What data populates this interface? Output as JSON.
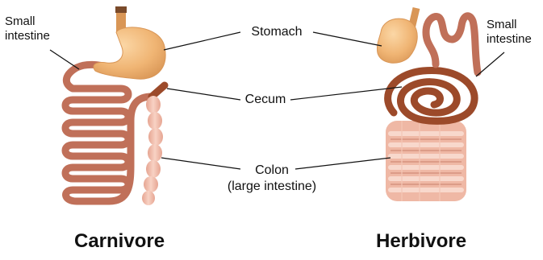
{
  "labels": {
    "stomach": "Stomach",
    "cecum": "Cecum",
    "colon": "Colon",
    "colon_sub": "(large intestine)",
    "small_intestine_left": "Small intestine",
    "small_intestine_right": "Small intestine",
    "carnivore": "Carnivore",
    "herbivore": "Herbivore"
  },
  "colors": {
    "small_intestine": "#c07059",
    "cecum": "#9c4a2a",
    "stomach": "#f0b574",
    "colon": "#efb8a5",
    "leader_line": "#111111"
  }
}
